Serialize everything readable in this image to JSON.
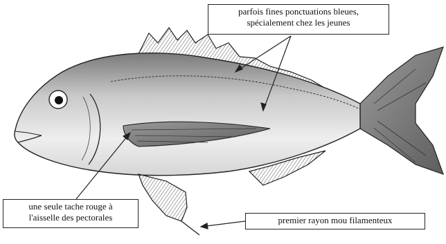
{
  "annotations": {
    "top": {
      "line1": "parfois fines ponctuations bleues,",
      "line2": "spécialement chez les jeunes"
    },
    "left": {
      "line1": "une seule tache rouge à",
      "line2": "l'aisselle des pectorales"
    },
    "right": {
      "line1": "premier rayon mou filamenteux"
    }
  },
  "colors": {
    "ink": "#222222",
    "paper": "#ffffff"
  }
}
